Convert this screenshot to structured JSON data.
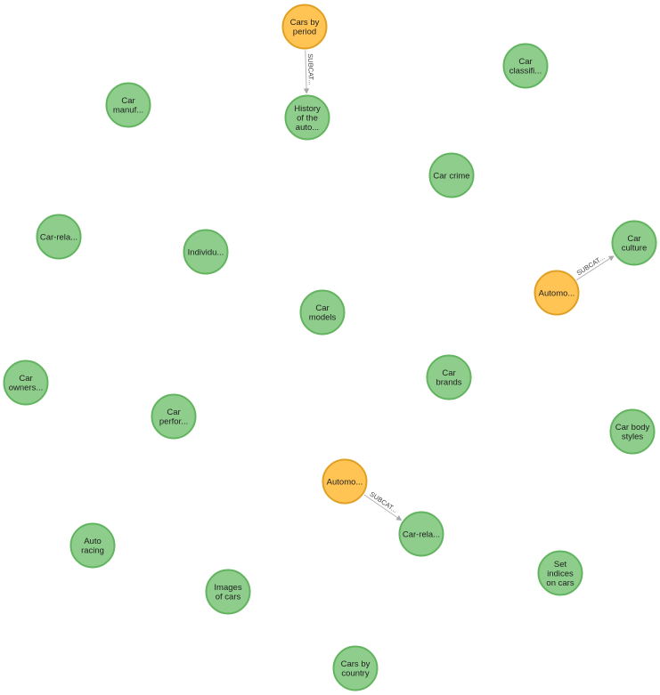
{
  "colors": {
    "subcategory_node_fill": "#8ecd8c",
    "subcategory_node_stroke": "#62b45f",
    "category_node_fill": "#ffc454",
    "category_node_stroke": "#e0a024",
    "edge": "#b5b5b5",
    "arrow": "#a8a8a8"
  },
  "nodes": [
    {
      "id": "cars-by-period",
      "kind": "category",
      "lines": [
        "Cars by",
        "period"
      ]
    },
    {
      "id": "car-classification",
      "kind": "subcategory",
      "lines": [
        "Car",
        "classifi..."
      ]
    },
    {
      "id": "car-manufacturers",
      "kind": "subcategory",
      "lines": [
        "Car",
        "manuf..."
      ]
    },
    {
      "id": "history-of-the-automobile",
      "kind": "subcategory",
      "lines": [
        "History",
        "of the",
        "auto..."
      ]
    },
    {
      "id": "car-crime",
      "kind": "subcategory",
      "lines": [
        "Car crime"
      ]
    },
    {
      "id": "car-related-1",
      "kind": "subcategory",
      "lines": [
        "Car-rela..."
      ]
    },
    {
      "id": "individual-cars",
      "kind": "subcategory",
      "lines": [
        "Individu..."
      ]
    },
    {
      "id": "car-culture",
      "kind": "subcategory",
      "lines": [
        "Car",
        "culture"
      ]
    },
    {
      "id": "automobiles-1",
      "kind": "category",
      "lines": [
        "Automo..."
      ]
    },
    {
      "id": "car-models",
      "kind": "subcategory",
      "lines": [
        "Car",
        "models"
      ]
    },
    {
      "id": "car-ownership",
      "kind": "subcategory",
      "lines": [
        "Car",
        "owners..."
      ]
    },
    {
      "id": "car-brands",
      "kind": "subcategory",
      "lines": [
        "Car",
        "brands"
      ]
    },
    {
      "id": "car-performance",
      "kind": "subcategory",
      "lines": [
        "Car",
        "perfor..."
      ]
    },
    {
      "id": "car-body-styles",
      "kind": "subcategory",
      "lines": [
        "Car body",
        "styles"
      ]
    },
    {
      "id": "automobiles-2",
      "kind": "category",
      "lines": [
        "Automo..."
      ]
    },
    {
      "id": "auto-racing",
      "kind": "subcategory",
      "lines": [
        "Auto",
        "racing"
      ]
    },
    {
      "id": "car-related-2",
      "kind": "subcategory",
      "lines": [
        "Car-rela..."
      ]
    },
    {
      "id": "set-indices-on-cars",
      "kind": "subcategory",
      "lines": [
        "Set",
        "indices",
        "on cars"
      ]
    },
    {
      "id": "images-of-cars",
      "kind": "subcategory",
      "lines": [
        "Images",
        "of cars"
      ]
    },
    {
      "id": "cars-by-country",
      "kind": "subcategory",
      "lines": [
        "Cars by",
        "country"
      ]
    }
  ],
  "edges": [
    {
      "from": "cars-by-period",
      "to": "history-of-the-automobile",
      "label": "SUBCAT..."
    },
    {
      "from": "automobiles-1",
      "to": "car-culture",
      "label": "SUBCAT..."
    },
    {
      "from": "automobiles-2",
      "to": "car-related-2",
      "label": "SUBCAT..."
    }
  ]
}
